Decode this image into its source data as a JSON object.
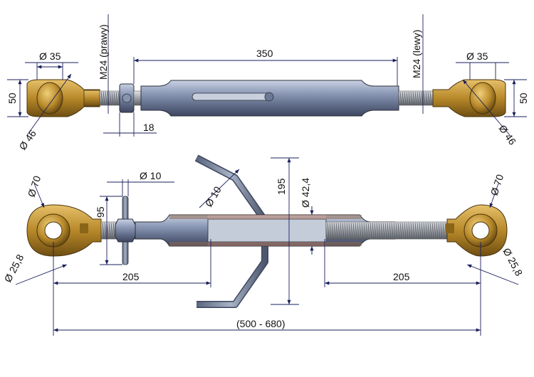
{
  "top_view": {
    "left_eye_diameter": "Ø 35",
    "right_eye_diameter": "Ø 35",
    "left_eye_width": "50",
    "right_eye_width": "50",
    "left_ball_diameter": "Ø 46",
    "right_ball_diameter": "Ø 46",
    "right_hand_thread": "M24  (prawy)",
    "left_hand_thread": "M24  (lewy)",
    "body_length": "350",
    "nut_width": "18"
  },
  "bottom_view": {
    "left_eye_outer": "Ø 70",
    "right_eye_outer": "Ø 70",
    "left_bore": "Ø 25,8",
    "right_bore": "Ø 25,8",
    "tbar_diameter": "Ø 10",
    "tbar_height": "95",
    "handle_diameter": "Ø 10",
    "handle_span": "195",
    "tube_diameter": "Ø 42,4",
    "left_thread_length": "205",
    "right_thread_length": "205",
    "overall_length": "(500 - 680)"
  },
  "colors": {
    "brass": "#b8892a",
    "steel": "#7d8aa6",
    "dimension": "#1a1f5c"
  }
}
